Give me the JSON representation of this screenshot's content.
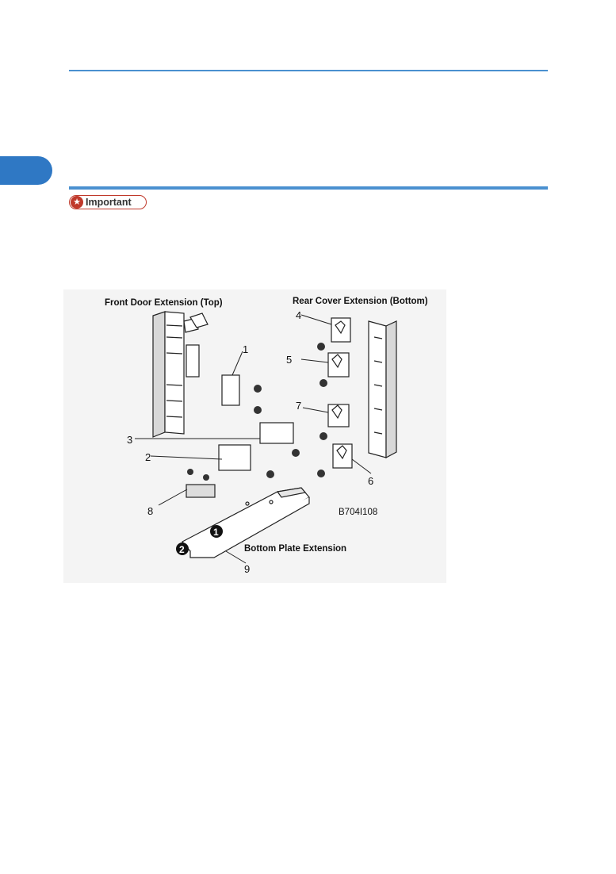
{
  "header": {
    "chapter_tab": ""
  },
  "important": {
    "label": "Important",
    "star_icon": "star-icon"
  },
  "figure": {
    "front_title": "Front Door Extension (Top)",
    "rear_title": "Rear Cover Extension (Bottom)",
    "bottom_title": "Bottom Plate Extension",
    "code": "B704I108",
    "callouts": [
      "1",
      "2",
      "3",
      "4",
      "5",
      "6",
      "7",
      "8",
      "9"
    ],
    "steps": [
      "1",
      "2"
    ]
  }
}
